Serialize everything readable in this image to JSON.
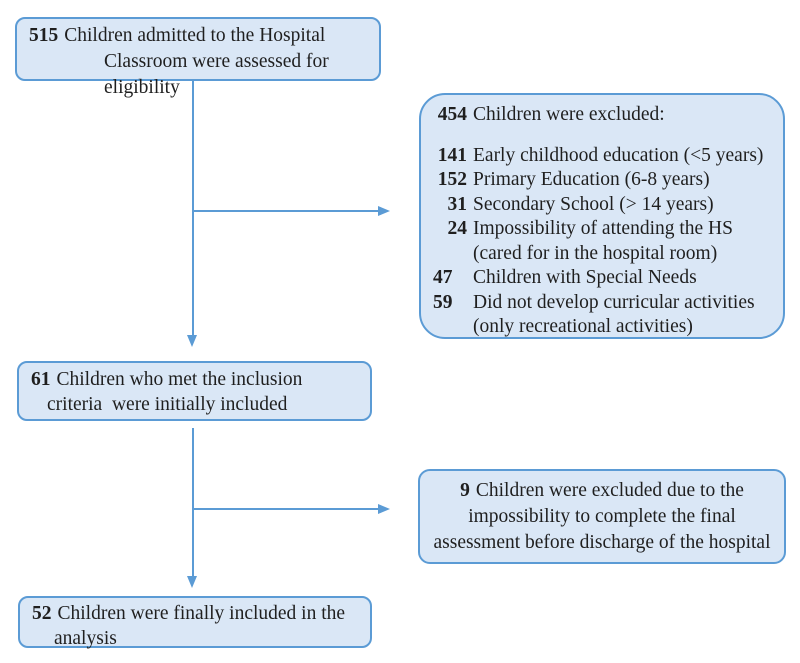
{
  "colors": {
    "box_fill": "#DAE7F6",
    "box_border": "#5B9BD5",
    "arrow": "#5B9BD5",
    "text": "#1F1F1F",
    "background": "#FFFFFF"
  },
  "flow": {
    "assessed": {
      "number": "515",
      "line1": "Children admitted to the Hospital",
      "line2": "Classroom were assessed for eligibility"
    },
    "excluded": {
      "number": "454",
      "title": "Children were excluded:",
      "reasons": [
        {
          "number": "141",
          "text": "Early childhood education (<5 years)"
        },
        {
          "number": "152",
          "text": "Primary Education (6-8 years)"
        },
        {
          "number": "31",
          "text": "Secondary School (> 14 years)"
        },
        {
          "number": "24",
          "text": "Impossibility of attending the HS",
          "note": "(cared for in the hospital room)"
        },
        {
          "number": "47",
          "text": "Children with Special Needs"
        },
        {
          "number": "59",
          "text": "Did not develop curricular activities",
          "note": "(only recreational activities)"
        }
      ]
    },
    "included": {
      "number": "61",
      "line1": "Children who met the inclusion",
      "line2": "criteria  were initially included"
    },
    "excluded_final": {
      "number": "9",
      "line1": "Children were excluded due to the",
      "line2": "impossibility to complete the final",
      "line3": "assessment before discharge of the hospital"
    },
    "final": {
      "number": "52",
      "line1": "Children were finally included in the",
      "line2": "analysis"
    }
  }
}
